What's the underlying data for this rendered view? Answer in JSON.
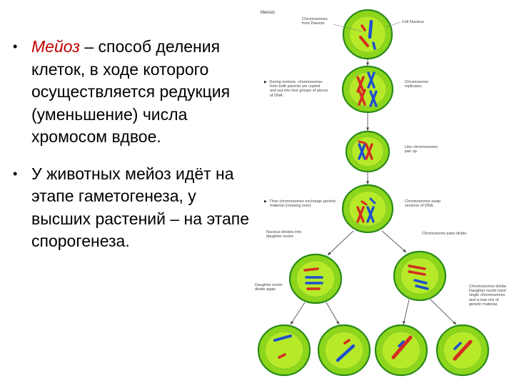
{
  "bullets": [
    {
      "term": "Мейоз",
      "term_color": "#c00000",
      "lines": [
        "– способ деления",
        "клеток, в ходе которого",
        "осуществляется редукция",
        "(уменьшение) числа",
        "хромосом вдвое."
      ]
    },
    {
      "lines": [
        "У животных мейоз идёт на",
        "этапе гаметогенеза, у",
        "высших растений – на этапе",
        "спорогенеза."
      ]
    }
  ],
  "diagram": {
    "title": "Meiosis",
    "labels": {
      "from_parents": [
        "Chromosomes",
        "from Parents"
      ],
      "cell_nucleus": "Cell Nucleus",
      "replicate": [
        "During meiosis, chromosomes",
        "from both parents are copied",
        "and put into four groups of pieces",
        "of DNA."
      ],
      "haploid": [
        "Chromosome",
        "replicates"
      ],
      "pair_up": [
        "Like chromosomes",
        "pair up."
      ],
      "exchange": [
        "Then chromosomes exchange genetic",
        "material (crossing over)."
      ],
      "swap": [
        "Chromosomes swap",
        "sections of DNA."
      ],
      "divide": [
        "Chromosome pairs divide."
      ],
      "daughter": [
        "Nucleus divides into",
        "daughter nuclei."
      ],
      "daughter_split": [
        "Daughter nuclei",
        "divide again"
      ],
      "final": [
        "Chromosomes divide.",
        "Daughter nuclei have",
        "single chromosomes",
        "and a new mix of",
        "genetic material."
      ]
    }
  }
}
